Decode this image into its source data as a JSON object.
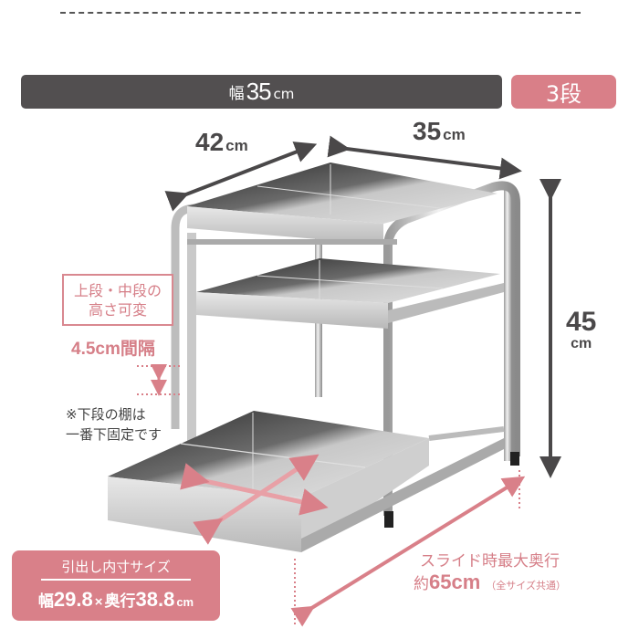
{
  "header": {
    "width_label": "幅",
    "width_value": "35",
    "width_unit": "cm",
    "tier_badge": "3段"
  },
  "dimensions": {
    "depth": {
      "value": "42",
      "unit": "cm"
    },
    "width": {
      "value": "35",
      "unit": "cm"
    },
    "height": {
      "value": "45",
      "unit": "cm"
    }
  },
  "adjustable": {
    "line1": "上段・中段の",
    "line2": "高さ可変",
    "gap": "4.5cm間隔"
  },
  "note": {
    "line1": "※下段の棚は",
    "line2": "一番下固定です"
  },
  "inner_size": {
    "title": "引出し内寸サイズ",
    "width_label": "幅",
    "width_value": "29.8",
    "times": "×",
    "depth_label": "奥行",
    "depth_value": "38.8",
    "unit": "cm"
  },
  "slide": {
    "label": "スライド時最大奥行",
    "prefix": "約",
    "value": "65cm",
    "note": "（全サイズ共通）"
  },
  "colors": {
    "dark_bar": "#524f50",
    "accent_pink": "#d98089",
    "text_dark": "#4a4849"
  }
}
